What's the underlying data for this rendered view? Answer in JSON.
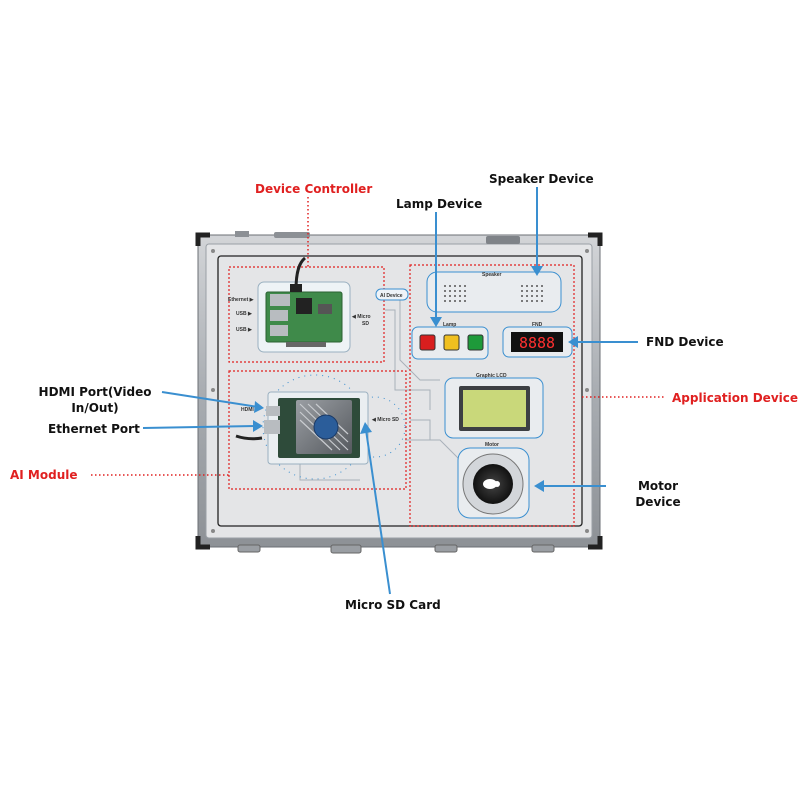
{
  "labels": {
    "device_controller": "Device Controller",
    "speaker_device": "Speaker Device",
    "lamp_device": "Lamp Device",
    "fnd_device": "FND Device",
    "application_device": "Application Device",
    "motor_device_line1": "Motor",
    "motor_device_line2": "Device",
    "hdmi_port_line1": "HDMI Port(Video",
    "hdmi_port_line2": "In/Out)",
    "ethernet_port": "Ethernet Port",
    "ai_module": "AI Module",
    "micro_sd_card": "Micro SD Card"
  },
  "board": {
    "ethernet": "Ethernet",
    "usb_1": "USB",
    "usb_2": "USB",
    "micro_sd_top_1": "Micro",
    "micro_sd_top_2": "SD",
    "ai_device": "AI Device",
    "hdmi": "HDMI",
    "micro_sd_ai": "Micro SD",
    "speaker": "Speaker",
    "lamp": "Lamp",
    "fnd": "FND",
    "graphic_lcd": "Graphic LCD",
    "motor": "Motor"
  },
  "colors": {
    "callout_red": "#e02020",
    "callout_blue": "#3a8fd0",
    "panel": "#e4e5e7",
    "frame": "#b9bcc0",
    "lamp_red": "#d81e1e",
    "lamp_yellow": "#f0c020",
    "lamp_green": "#1e9a3a",
    "lcd": "#c9d87a"
  }
}
